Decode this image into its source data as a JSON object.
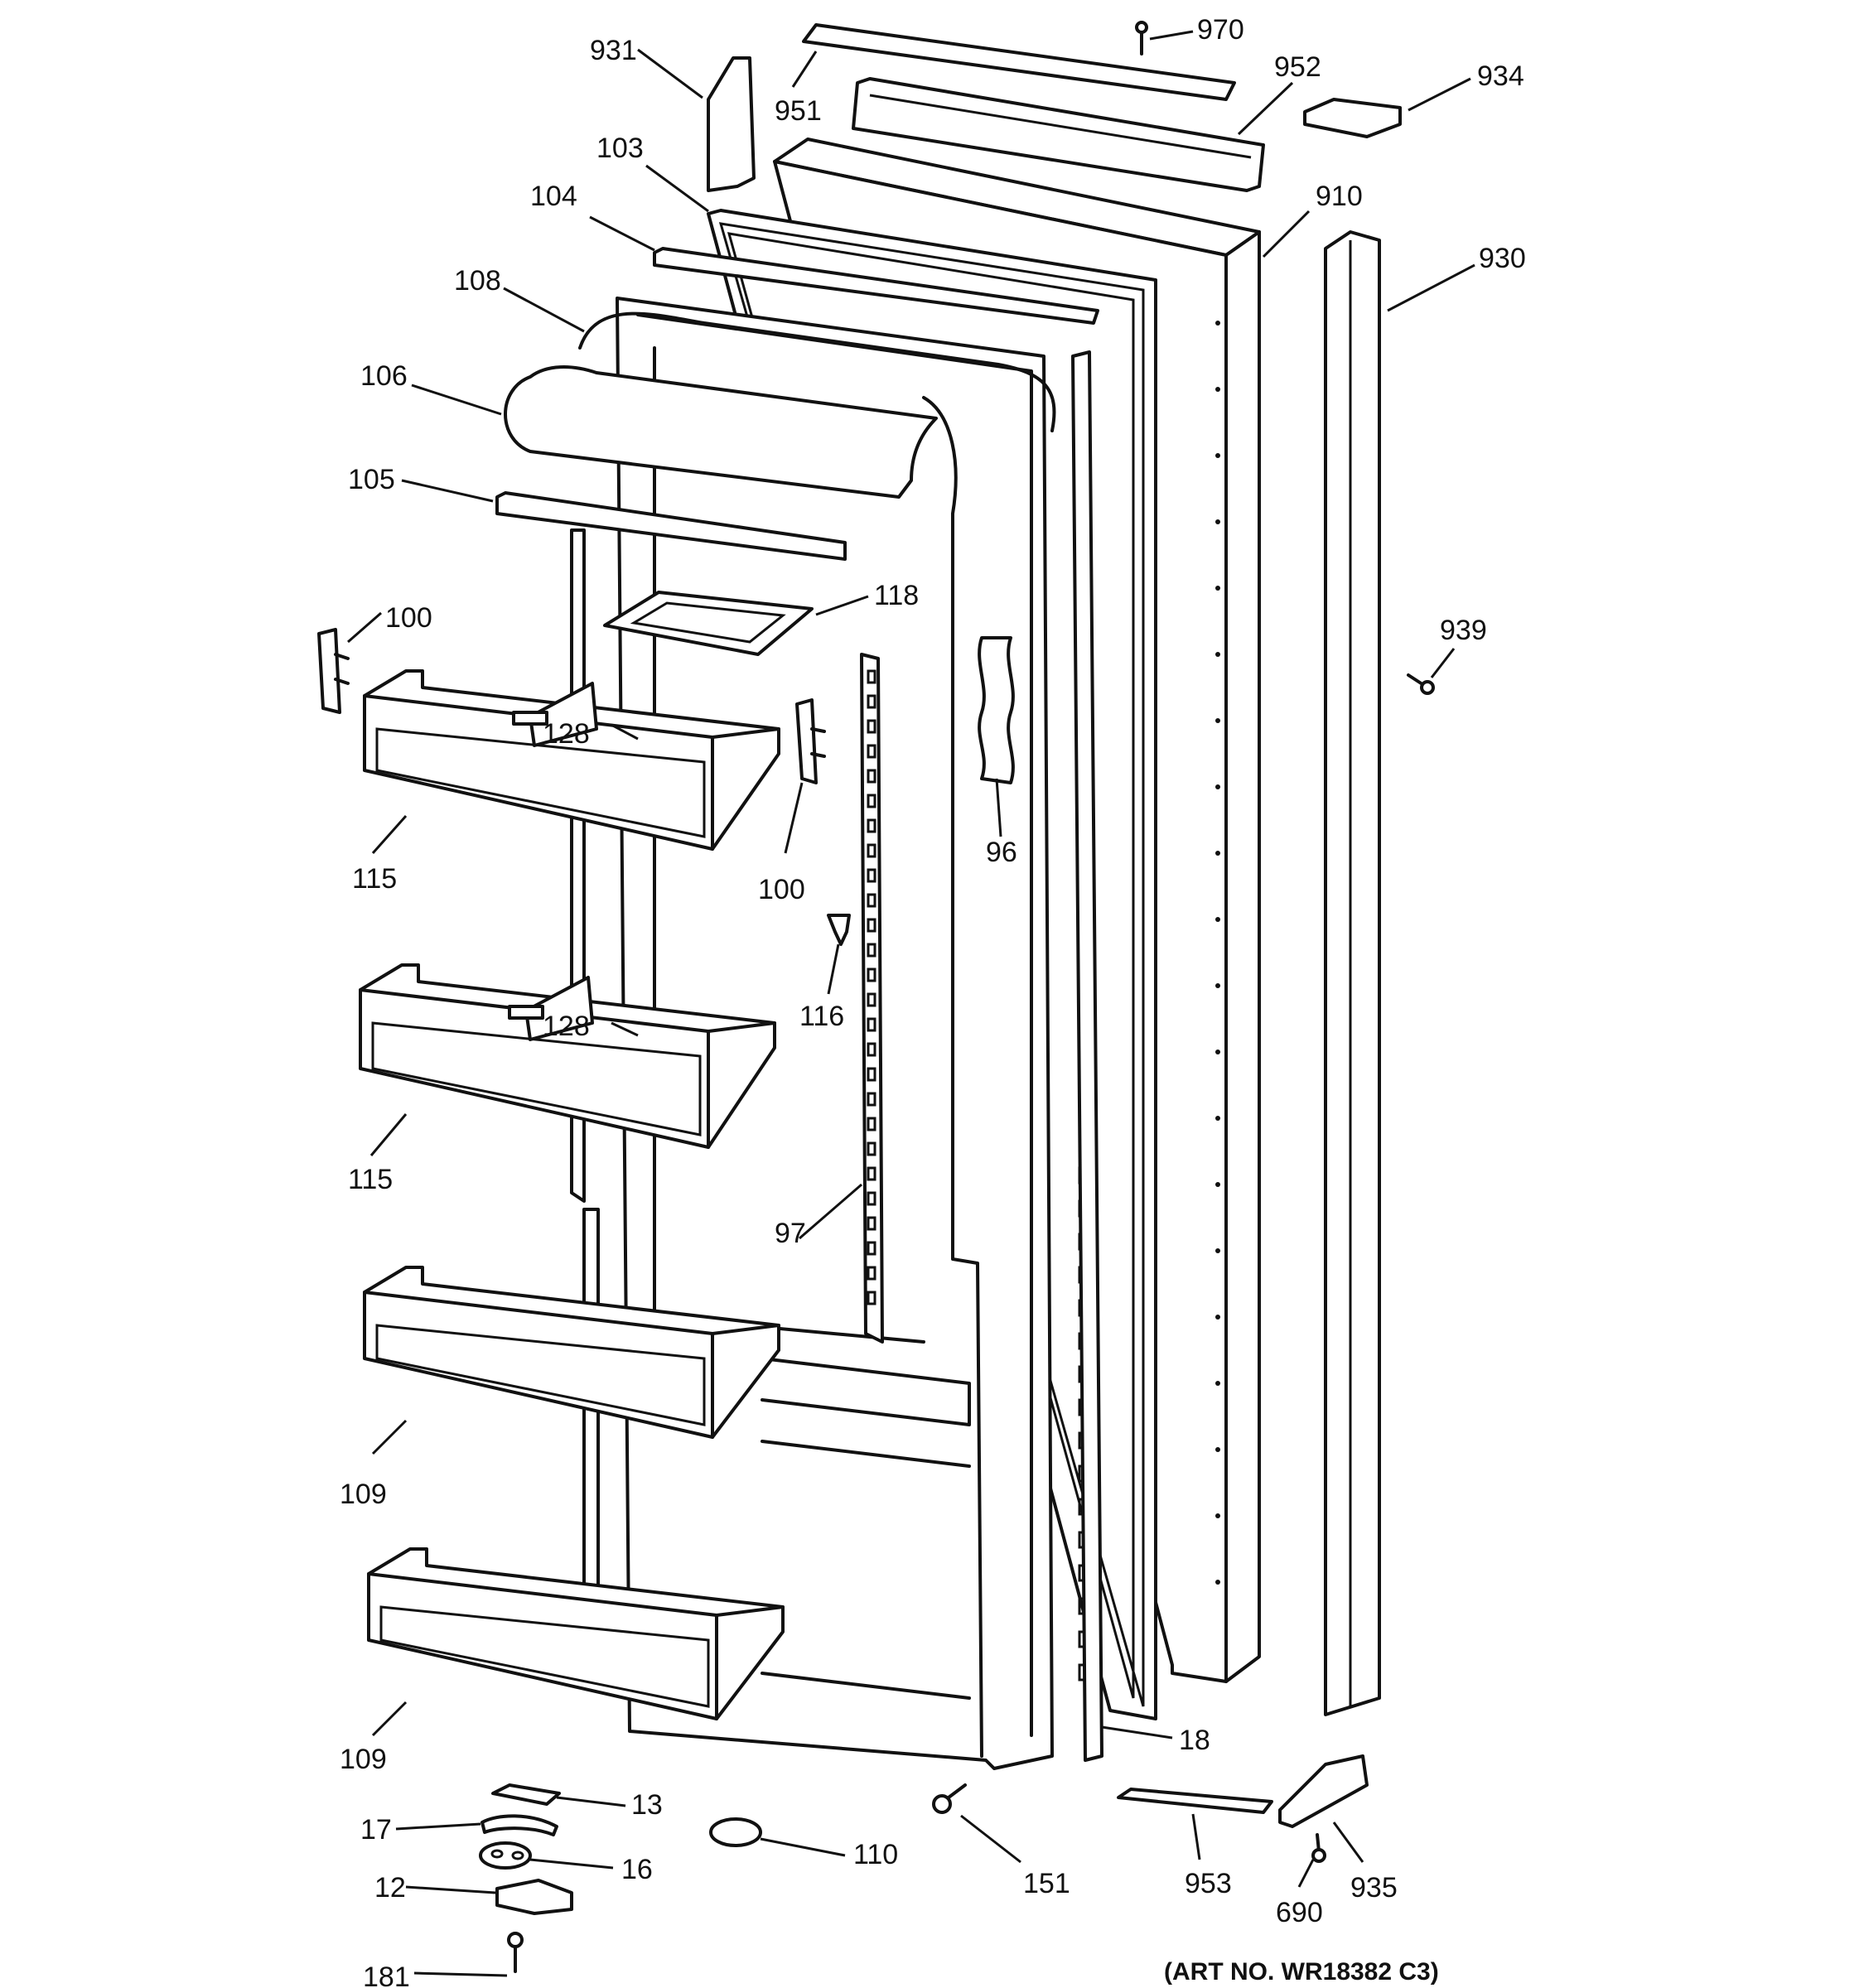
{
  "art_number": "(ART NO. WR18382 C3)",
  "callouts": [
    {
      "id": "931",
      "text": "931"
    },
    {
      "id": "951",
      "text": "951"
    },
    {
      "id": "970",
      "text": "970"
    },
    {
      "id": "952",
      "text": "952"
    },
    {
      "id": "934",
      "text": "934"
    },
    {
      "id": "103",
      "text": "103"
    },
    {
      "id": "104",
      "text": "104"
    },
    {
      "id": "910",
      "text": "910"
    },
    {
      "id": "930",
      "text": "930"
    },
    {
      "id": "108",
      "text": "108"
    },
    {
      "id": "106",
      "text": "106"
    },
    {
      "id": "105",
      "text": "105"
    },
    {
      "id": "118",
      "text": "118"
    },
    {
      "id": "100a",
      "text": "100"
    },
    {
      "id": "939",
      "text": "939"
    },
    {
      "id": "128a",
      "text": "128"
    },
    {
      "id": "115a",
      "text": "115"
    },
    {
      "id": "100b",
      "text": "100"
    },
    {
      "id": "96",
      "text": "96"
    },
    {
      "id": "116",
      "text": "116"
    },
    {
      "id": "128b",
      "text": "128"
    },
    {
      "id": "115b",
      "text": "115"
    },
    {
      "id": "97",
      "text": "97"
    },
    {
      "id": "109a",
      "text": "109"
    },
    {
      "id": "109b",
      "text": "109"
    },
    {
      "id": "18",
      "text": "18"
    },
    {
      "id": "13",
      "text": "13"
    },
    {
      "id": "17",
      "text": "17"
    },
    {
      "id": "110",
      "text": "110"
    },
    {
      "id": "151",
      "text": "151"
    },
    {
      "id": "16",
      "text": "16"
    },
    {
      "id": "953",
      "text": "953"
    },
    {
      "id": "935",
      "text": "935"
    },
    {
      "id": "12",
      "text": "12"
    },
    {
      "id": "690",
      "text": "690"
    },
    {
      "id": "181",
      "text": "181"
    }
  ]
}
